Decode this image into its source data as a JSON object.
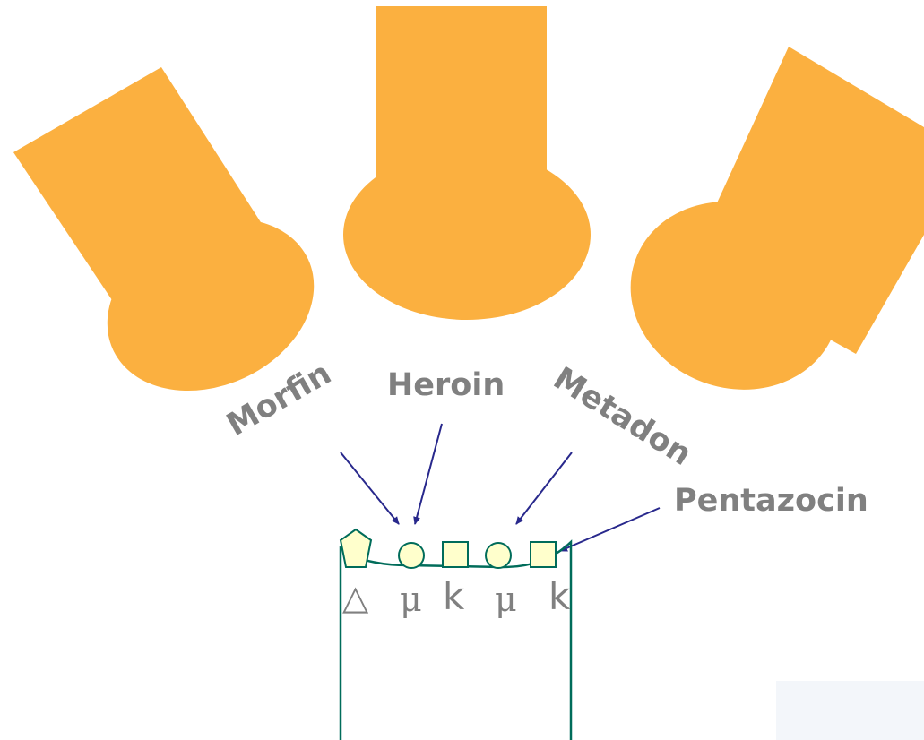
{
  "colors": {
    "molecule_fill": "#fbb040",
    "receptor_fill": "#ffffcc",
    "receptor_stroke": "#006c5a",
    "membrane_stroke": "#006c5a",
    "arrow_color": "#28288c",
    "label_color": "#808080",
    "panel_fill": "#f3f6fa"
  },
  "drugs": [
    {
      "name": "Morfin"
    },
    {
      "name": "Heroin"
    },
    {
      "name": "Metadon"
    },
    {
      "name": "Pentazocin"
    }
  ],
  "receptors": [
    {
      "symbol": "△",
      "shape": "pentagon-icon"
    },
    {
      "symbol": "μ",
      "shape": "circle-icon"
    },
    {
      "symbol": "k",
      "shape": "square-icon"
    },
    {
      "symbol": "μ",
      "shape": "circle-icon"
    },
    {
      "symbol": "k",
      "shape": "square-icon"
    }
  ]
}
